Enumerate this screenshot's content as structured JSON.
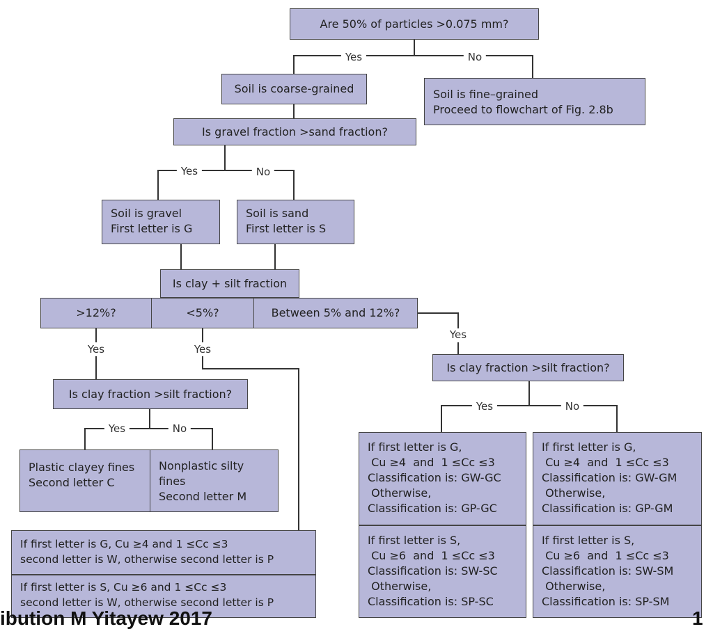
{
  "nodes": {
    "q_particles": "Are 50% of particles >0.075 mm?",
    "coarse": "Soil is coarse-grained",
    "fine": [
      "Soil is fine–grained",
      "Proceed to flowchart of Fig. 2.8b"
    ],
    "q_gravel_sand": "Is gravel fraction >sand fraction?",
    "gravel": [
      "Soil is gravel",
      "First letter is G"
    ],
    "sand": [
      "Soil is sand",
      "First letter is S"
    ],
    "q_clay_silt": "Is clay + silt fraction",
    "opt_gt12": ">12%?",
    "opt_lt5": "<5%?",
    "opt_between": "Between 5% and 12%?",
    "q_clay_silt_left": "Is clay fraction >silt fraction?",
    "q_clay_silt_right": "Is clay fraction >silt fraction?",
    "plastic": [
      "Plastic clayey fines",
      "Second letter C"
    ],
    "nonplastic": [
      "Nonplastic silty",
      "fines",
      "Second letter M"
    ],
    "rule_g": [
      "If first letter is G, Cu ≥4  and  1 ≤Cc ≤3",
      "second letter is W, otherwise second letter is P"
    ],
    "rule_s": [
      "If first letter is S, Cu ≥6  and  1 ≤Cc ≤3",
      "second letter is W, otherwise second letter is P"
    ],
    "gw_gc": [
      "If first letter is G,",
      " Cu ≥4  and  1 ≤Cc ≤3",
      "Classification is: GW-GC",
      " Otherwise,",
      "Classification is: GP-GC"
    ],
    "gw_gm": [
      "If first letter is G,",
      " Cu ≥4  and  1 ≤Cc ≤3",
      "Classification is: GW-GM",
      " Otherwise,",
      "Classification is: GP-GM"
    ],
    "sw_sc": [
      "If first letter is S,",
      " Cu ≥6  and  1 ≤Cc ≤3",
      "Classification is: SW-SC",
      " Otherwise,",
      "Classification is: SP-SC"
    ],
    "sw_sm": [
      "If first letter is S,",
      " Cu ≥6  and  1 ≤Cc ≤3",
      "Classification is: SW-SM",
      " Otherwise,",
      "Classification is: SP-SM"
    ]
  },
  "labels": {
    "top_yes": "Yes",
    "top_no": "No",
    "gs_yes": "Yes",
    "gs_no": "No",
    "gt12_yes": "Yes",
    "lt5_yes": "Yes",
    "between_yes": "Yes",
    "left_yes": "Yes",
    "left_no": "No",
    "right_yes": "Yes",
    "right_no": "No"
  },
  "footer": {
    "watermark": "ibution M Yitayew 2017",
    "page_fragment": "1"
  }
}
